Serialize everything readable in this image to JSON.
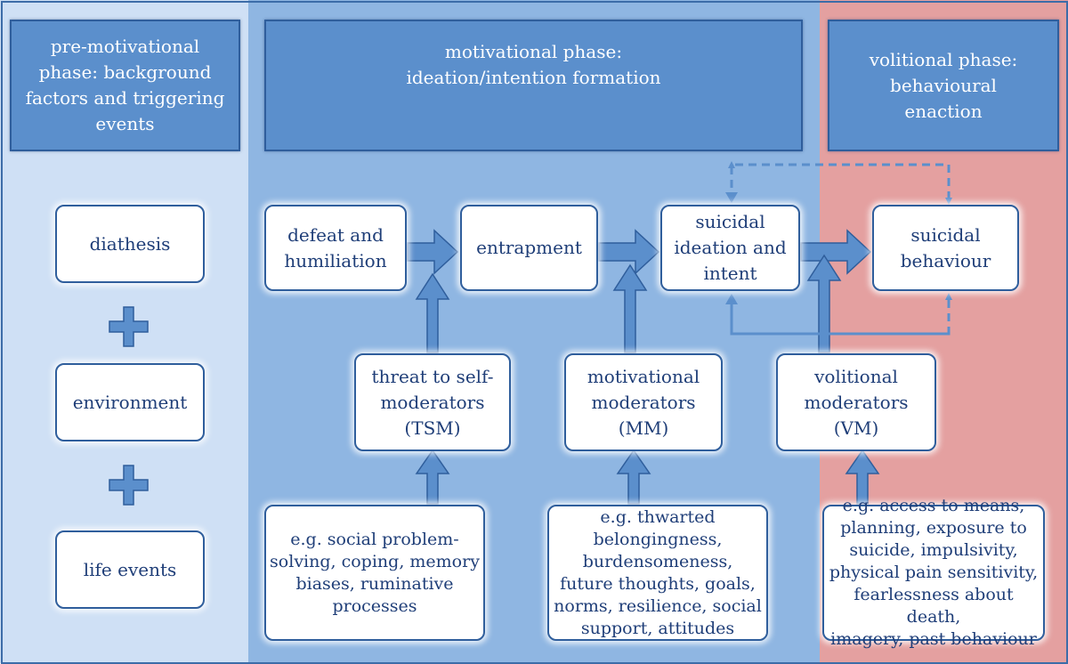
{
  "headers": {
    "pre": "pre-motivational\nphase: background\nfactors and triggering\nevents",
    "motivational": "motivational phase:\nideation/intention formation",
    "volitional": "volitional phase:\nbehavioural\nenaction"
  },
  "pre_factors": [
    "diathesis",
    "environment",
    "life events"
  ],
  "chain": {
    "defeat": "defeat and\nhumiliation",
    "entrapment": "entrapment",
    "ideation": "suicidal\nideation and\nintent",
    "behaviour": "suicidal\nbehaviour"
  },
  "moderators": {
    "tsm": "threat to self-\nmoderators\n(TSM)",
    "mm": "motivational\nmoderators\n(MM)",
    "vm": "volitional\nmoderators\n(VM)"
  },
  "examples": {
    "tsm": "e.g. social problem-\nsolving, coping, memory\nbiases, ruminative\nprocesses",
    "mm": "e.g. thwarted\nbelongingness,\nburdensomeness,\nfuture thoughts, goals,\nnorms, resilience, social\nsupport, attitudes",
    "vm": "e.g. access to means,\nplanning, exposure to\nsuicide, impulsivity,\nphysical pain sensitivity,\nfearlessness about death,\nimagery, past behaviour"
  },
  "colors": {
    "header_fill": "#5b8fcc",
    "arrow_fill": "#5b8fcc",
    "arrow_stroke": "#2f5e9c",
    "pre_bg": "#cfe0f5",
    "motivational_bg": "#8fb6e2",
    "volitional_bg": "#e4a0a0",
    "text": "#1f3e78"
  }
}
